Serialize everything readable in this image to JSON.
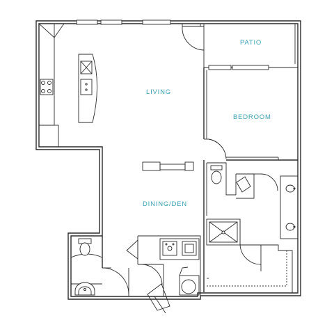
{
  "rooms": {
    "patio": "PATIO",
    "living": "LIVING",
    "bedroom": "BEDROOM",
    "dining": "DINING/DEN"
  },
  "colors": {
    "label": "#3aa0b5",
    "wall": "#2b2b2b",
    "background": "#ffffff"
  }
}
